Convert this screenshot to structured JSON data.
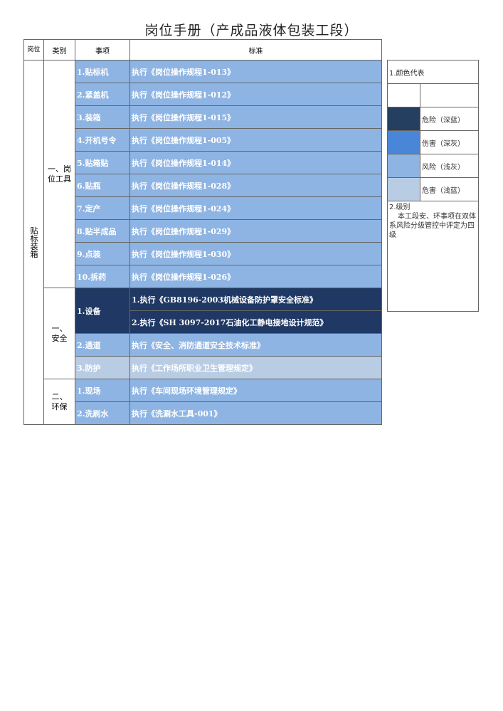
{
  "title": "岗位手册（产成品液体包装工段）",
  "headers": {
    "position": "岗位",
    "category": "类别",
    "item": "事项",
    "standard": "标准"
  },
  "position_name": "贴标装箱",
  "categories": {
    "tools": "一、岗位工具",
    "safety": "一、安全",
    "env": "二、环保"
  },
  "tools_rows": [
    {
      "item": "1.贴标机",
      "standard": "执行《岗位操作规程1-013》"
    },
    {
      "item": "2.紧盖机",
      "standard": "执行《岗位操作规程1-012》"
    },
    {
      "item": "3.装箱",
      "standard": "执行《岗位操作规程1-015》"
    },
    {
      "item": "4.开机号令",
      "standard": "执行《岗位操作规程1-005》"
    },
    {
      "item": "5.贴箱贴",
      "standard": "执行《岗位操作规程1-014》"
    },
    {
      "item": "6.贴瓶",
      "standard": "执行《岗位操作规程1-028》"
    },
    {
      "item": "7.定产",
      "standard": "执行《岗位操作规程1-024》"
    },
    {
      "item": "8.贴半成品",
      "standard": "执行《岗位操作规程1-029》"
    },
    {
      "item": "9.点装",
      "standard": "执行《岗位操作规程1-030》"
    },
    {
      "item": "10.拆药",
      "standard": "执行《岗位操作规程1-026》"
    }
  ],
  "safety_rows": {
    "equipment_item": "1.设备",
    "equipment_std_1": "1.执行《GB8196-2003机械设备防护罩安全标准》",
    "equipment_std_2": "2.执行《SH 3097-2017石油化工静电接地设计规范》",
    "passage_item": "2.通道",
    "passage_std": "执行《安全、消防通道安全技术标准》",
    "protect_item": "3.防护",
    "protect_std": "执行《工作场所职业卫生管理规定》"
  },
  "env_rows": [
    {
      "item": "1.现场",
      "standard": "执行《车间现场环境管理规定》"
    },
    {
      "item": "2.洗刷水",
      "standard": "执行《洗涮水工具-001》"
    }
  ],
  "legend": {
    "heading": "1.颜色代表",
    "entries": [
      {
        "label": "危险（深蓝）",
        "color": "#243f60"
      },
      {
        "label": "伤害（深灰）",
        "color": "#4a86d8"
      },
      {
        "label": "风险（浅灰）",
        "color": "#8eb4e3"
      },
      {
        "label": "危害（浅蓝）",
        "color": "#b8cce4"
      }
    ],
    "level_heading": "2.级别",
    "level_text": "本工段安、环事项在双体系风险分级管控中评定为四级"
  }
}
